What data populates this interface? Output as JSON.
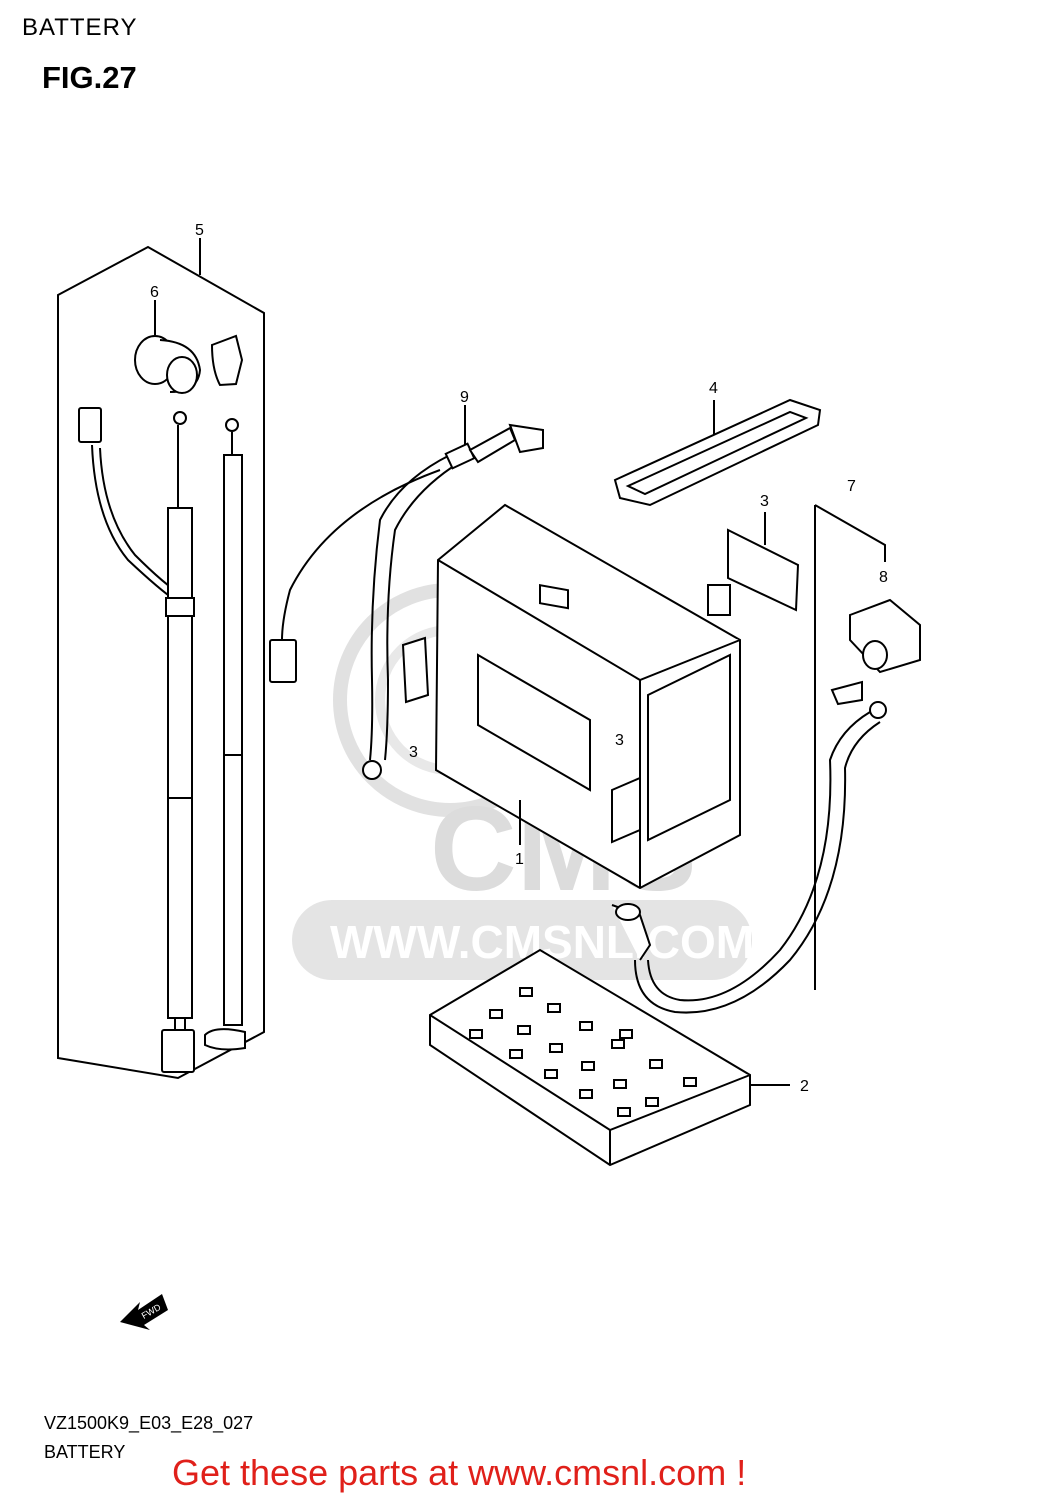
{
  "header": {
    "section_title": "BATTERY",
    "figure_title": "FIG.27"
  },
  "watermark": {
    "brand": "CMS",
    "url": "WWW.CMSNL.COM"
  },
  "callouts": [
    {
      "id": "c1",
      "label": "1"
    },
    {
      "id": "c2",
      "label": "2"
    },
    {
      "id": "c3a",
      "label": "3"
    },
    {
      "id": "c3b",
      "label": "3"
    },
    {
      "id": "c3c",
      "label": "3"
    },
    {
      "id": "c4",
      "label": "4"
    },
    {
      "id": "c5",
      "label": "5"
    },
    {
      "id": "c6",
      "label": "6"
    },
    {
      "id": "c7",
      "label": "7"
    },
    {
      "id": "c8",
      "label": "8"
    },
    {
      "id": "c9",
      "label": "9"
    }
  ],
  "fwd_label": "FWD",
  "footer": {
    "model_code": "VZ1500K9_E03_E28_027",
    "title": "BATTERY",
    "cta": "Get these parts at www.cmsnl.com !"
  },
  "colors": {
    "line": "#000000",
    "watermark": "#d9d9d9",
    "cta": "#e0201a"
  }
}
